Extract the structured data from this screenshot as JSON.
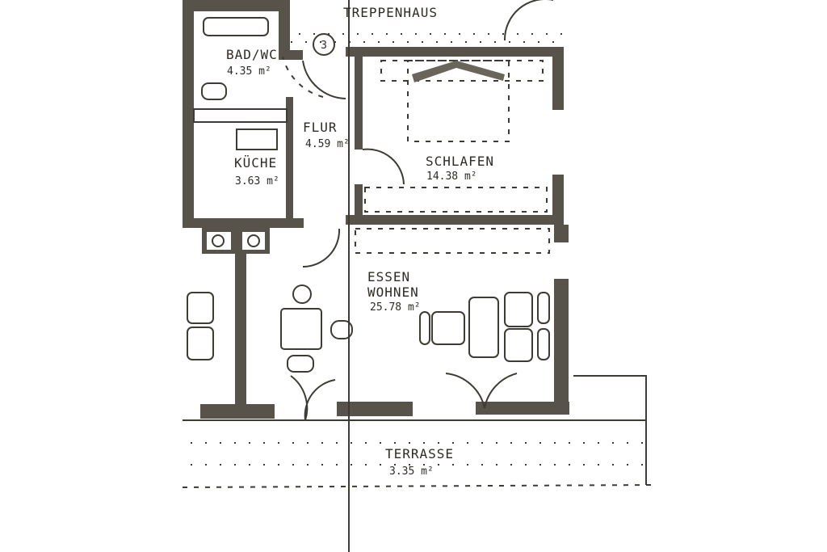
{
  "plan": {
    "stair_number": "3",
    "rooms": {
      "treppenhaus": {
        "name": "TREPPENHAUS"
      },
      "bad": {
        "name": "BAD/WC",
        "area": "4.35 m²"
      },
      "flur": {
        "name": "FLUR",
        "area": "4.59 m²"
      },
      "kueche": {
        "name": "KÜCHE",
        "area": "3.63 m²"
      },
      "schlafen": {
        "name": "SCHLAFEN",
        "area": "14.38 m²"
      },
      "wohnen": {
        "name": "ESSEN",
        "name2": "WOHNEN",
        "area": "25.78 m²"
      },
      "terrasse": {
        "name": "TERRASSE",
        "area": "3.35 m²"
      }
    },
    "colors": {
      "wall": "#57534a",
      "paper": "#ffffff"
    }
  }
}
